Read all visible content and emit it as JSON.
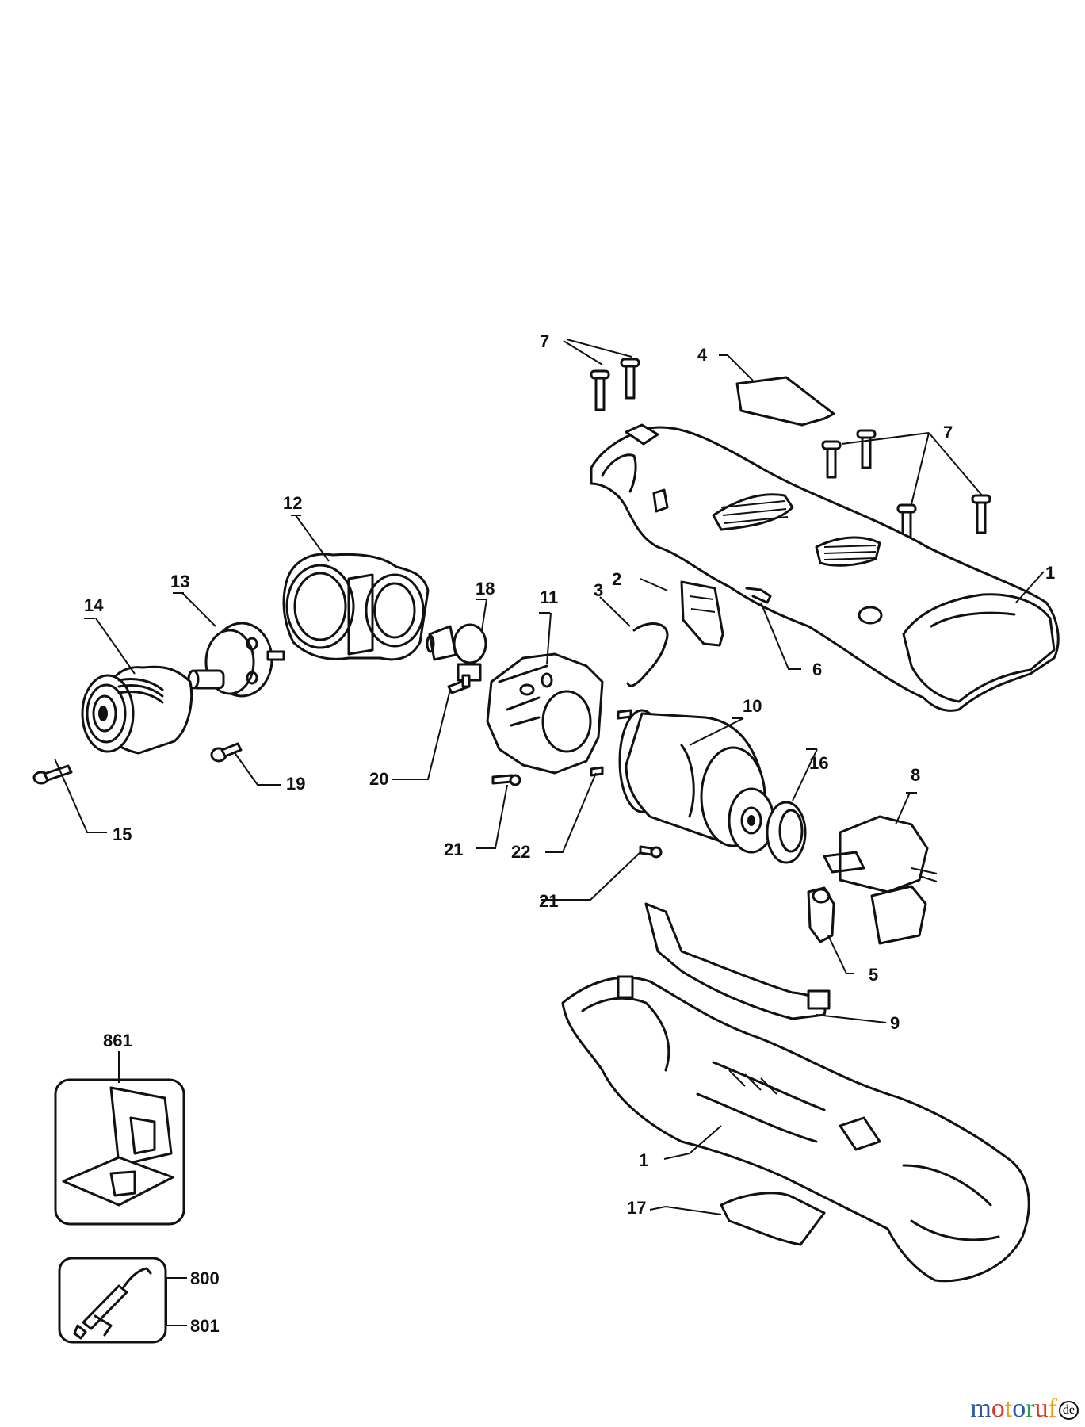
{
  "labels": {
    "l1a": "1",
    "l1b": "1",
    "l2": "2",
    "l3": "3",
    "l4": "4",
    "l5": "5",
    "l6": "6",
    "l7a": "7",
    "l7b": "7",
    "l8": "8",
    "l9": "9",
    "l10": "10",
    "l11": "11",
    "l12": "12",
    "l13": "13",
    "l14": "14",
    "l15": "15",
    "l16": "16",
    "l17": "17",
    "l18": "18",
    "l19": "19",
    "l20": "20",
    "l21a": "21",
    "l21b": "21",
    "l22": "22",
    "l861": "861",
    "l800": "800",
    "l801": "801"
  },
  "watermark": {
    "letters": [
      "m",
      "o",
      "t",
      "o",
      "r",
      "u",
      "f"
    ],
    "colors": [
      "#2d5aa8",
      "#d43b2c",
      "#e8a21a",
      "#2d5aa8",
      "#2f9a48",
      "#d43b2c",
      "#e8a21a"
    ],
    "badge": "de"
  }
}
